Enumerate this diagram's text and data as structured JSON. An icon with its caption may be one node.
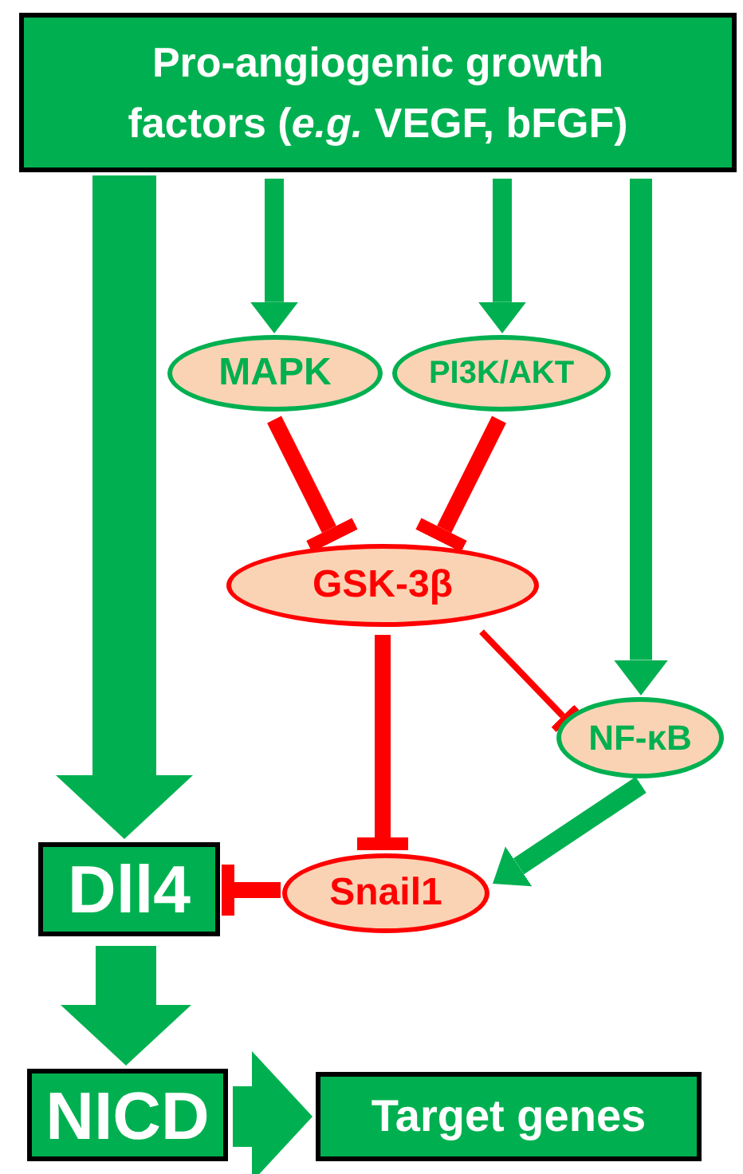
{
  "diagram": {
    "nodes": [
      {
        "text": [
          "Pro-angiogenic growth factors (*e.g.* VEGF, bFGF)"
        ]
      },
      {
        "text": [
          "MAPK"
        ]
      },
      {
        "text": [
          "PI3K/AKT"
        ]
      },
      {
        "text": [
          "GSK-3β"
        ]
      },
      {
        "text": [
          "NF-κB"
        ]
      },
      {
        "text": [
          "Dll4"
        ]
      },
      {
        "text": [
          "Snail1"
        ]
      },
      {
        "text": [
          "NICD"
        ]
      },
      {
        "text": [
          "Target genes"
        ]
      }
    ],
    "edges": [
      {
        "from": 0,
        "to": 5,
        "arrow": "to",
        "style": "thick"
      },
      {
        "from": 0,
        "to": 1,
        "arrow": "to"
      },
      {
        "from": 0,
        "to": 2,
        "arrow": "to"
      },
      {
        "from": 0,
        "to": 4,
        "arrow": "to"
      },
      {
        "from": 1,
        "to": 3,
        "arrow": "other",
        "color": "#ff0000"
      },
      {
        "from": 2,
        "to": 3,
        "arrow": "other",
        "color": "#ff0000"
      },
      {
        "from": 3,
        "to": 6,
        "arrow": "other",
        "color": "#ff0000"
      },
      {
        "from": 3,
        "to": 4,
        "arrow": "other",
        "color": "#ff0000"
      },
      {
        "from": 4,
        "to": 6,
        "arrow": "to"
      },
      {
        "from": 6,
        "to": 5,
        "arrow": "other",
        "color": "#ff0000"
      },
      {
        "from": 5,
        "to": 7,
        "arrow": "to",
        "style": "thick"
      },
      {
        "from": 7,
        "to": 8,
        "arrow": "to",
        "style": "thick"
      }
    ]
  }
}
